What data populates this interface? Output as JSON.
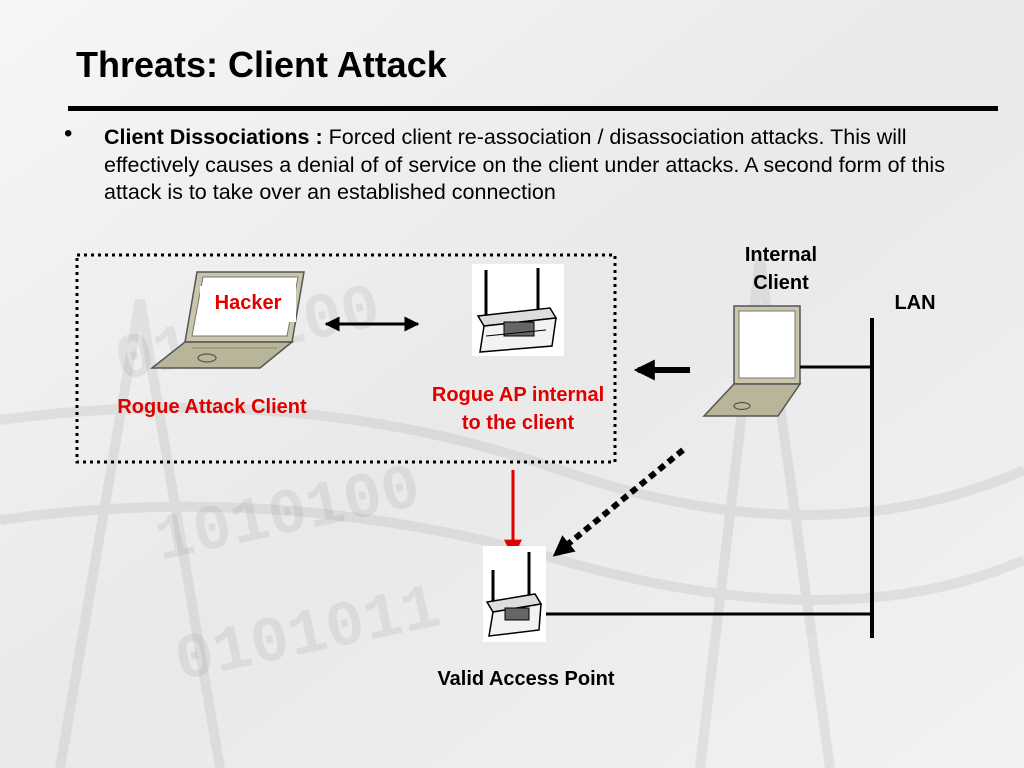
{
  "slide": {
    "title": "Threats: Client Attack",
    "bullet": {
      "marker": "•",
      "lead": "Client Dissociations :",
      "text": " Forced client re-association / disassociation attacks.  This will effectively causes a denial of of service on the client under attacks.  A second form of this attack is to take over an established connection"
    }
  },
  "diagram": {
    "labels": {
      "hacker": "Hacker",
      "rogue_attack_client": "Rogue Attack Client",
      "rogue_ap": "Rogue AP internal to the client",
      "internal_client": "Internal Client",
      "lan": "LAN",
      "valid_ap": "Valid Access Point"
    },
    "colors": {
      "attack_red": "#e00000",
      "line_black": "#000000",
      "laptop_gray": "#b8b59a"
    },
    "icons": [
      "laptop-icon",
      "access-point-icon",
      "double-arrow-icon",
      "left-arrow-icon",
      "dashed-arrow-icon",
      "red-down-arrow-icon"
    ]
  }
}
